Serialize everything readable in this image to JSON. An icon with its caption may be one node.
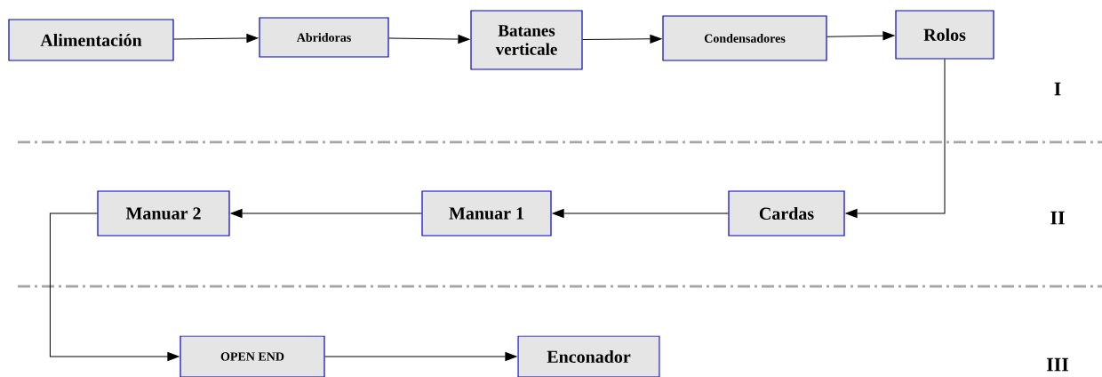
{
  "diagram": {
    "nodes": [
      {
        "text": [
          "Alimentación"
        ]
      },
      {
        "text": [
          "Abridoras"
        ]
      },
      {
        "text": [
          "Batanes verticale"
        ]
      },
      {
        "text": [
          "Condensadores"
        ]
      },
      {
        "text": [
          "Rolos"
        ]
      },
      {
        "text": [
          "Cardas"
        ]
      },
      {
        "text": [
          "Manuar 1"
        ]
      },
      {
        "text": [
          "Manuar 2"
        ]
      },
      {
        "text": [
          "OPEN END"
        ]
      },
      {
        "text": [
          "Enconador"
        ]
      }
    ],
    "edges": [
      {
        "from": 0,
        "to": 1,
        "arrow": "to"
      },
      {
        "from": 1,
        "to": 2,
        "arrow": "to"
      },
      {
        "from": 2,
        "to": 3,
        "arrow": "to"
      },
      {
        "from": 3,
        "to": 4,
        "arrow": "to"
      },
      {
        "from": 4,
        "to": 5,
        "arrow": "to"
      },
      {
        "from": 5,
        "to": 6,
        "arrow": "to"
      },
      {
        "from": 6,
        "to": 7,
        "arrow": "to"
      },
      {
        "from": 7,
        "to": 8,
        "arrow": "to"
      },
      {
        "from": 8,
        "to": 9,
        "arrow": "to"
      }
    ],
    "labels": [
      "I",
      "II",
      "III"
    ]
  }
}
